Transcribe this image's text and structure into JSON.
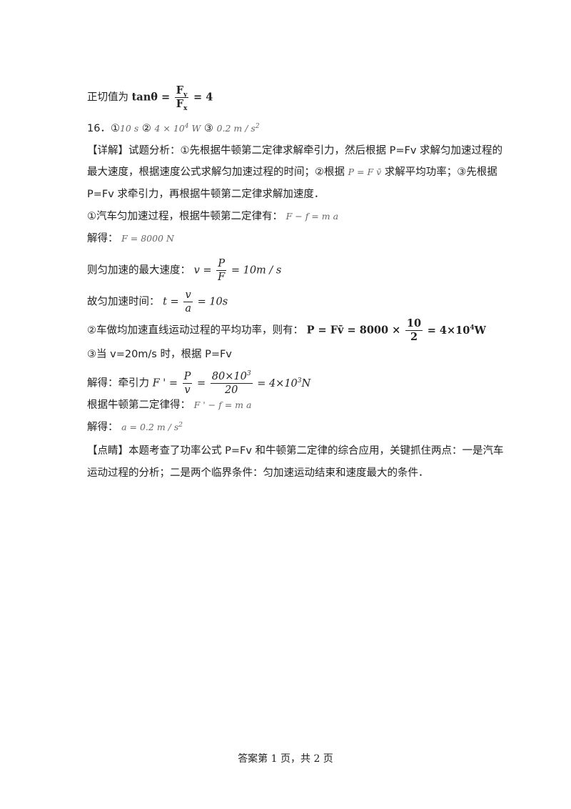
{
  "lines": {
    "l1_text": "正切值为",
    "l1_lhs": "tanθ =",
    "l1_num": "F",
    "l1_num_sub": "y",
    "l1_den": "F",
    "l1_den_sub": "x",
    "l1_rhs": "= 4",
    "l2_num": "16．①",
    "l2_a1": "10 s",
    "l2_b": " ② ",
    "l2_a2": "4 × 10",
    "l2_a2_sup": "4",
    "l2_a2_unit": " W",
    "l2_c": "  ③ ",
    "l2_a3": "0.2 m / s",
    "l2_a3_sup": "2",
    "l3_tag": "【详解】",
    "l3_text": "试题分析：①先根据牛顿第二定律求解牵引力，然后根据 P=Fv 求解匀加速过程的",
    "l4_text1": "最大速度，根据速度公式求解匀加速过程的时间；②根据",
    "l4_formula": "P = F v̄",
    "l4_text2": "求解平均功率；③先根据",
    "l5_text": "P=Fv 求牵引力，再根据牛顿第二定律求解加速度．",
    "l6_text": "①汽车匀加速过程，根据牛顿第二定律有：",
    "l6_formula": "F − f = m a",
    "l7_text": "解得：",
    "l7_formula": "F = 8000 N",
    "l8_text": "则匀加速的最大速度：",
    "l8_lhs": "v =",
    "l8_num": "P",
    "l8_den": "F",
    "l8_rhs": "= 10m / s",
    "l9_text": "故匀加速时间：",
    "l9_lhs": "t =",
    "l9_num": "v",
    "l9_den": "a",
    "l9_rhs": "= 10s",
    "l10_text": "②车做均加速直线运动过程的平均功率，则有：",
    "l10_lhs": "P = Fv̄ = 8000 ×",
    "l10_num": "10",
    "l10_den": "2",
    "l10_rhs": "= 4×10",
    "l10_sup": "4",
    "l10_unit": "W",
    "l11_text": "③当 v=20m/s 时，根据 P=Fv",
    "l12_text": "解得：牵引力",
    "l12_lhs": "F ' =",
    "l12_num1": "P",
    "l12_den1": "v",
    "l12_eq": "=",
    "l12_num2": "80×10",
    "l12_num2_sup": "3",
    "l12_den2": "20",
    "l12_rhs": "= 4×10",
    "l12_sup": "3",
    "l12_unit": "N",
    "l13_text": "根据牛顿第二定律得：",
    "l13_formula": "F ' − f = m a",
    "l14_text": "解得：",
    "l14_formula": "a = 0.2 m / s",
    "l14_sup": "2",
    "l15_tag": "【点睛】",
    "l15_text": "本题考查了功率公式 P=Fv 和牛顿第二定律的综合应用，关键抓住两点：一是汽车",
    "l16_text": "运动过程的分析；二是两个临界条件：匀加速运动结束和速度最大的条件．"
  },
  "footer": {
    "text": "答案第 1 页，共 2 页"
  }
}
